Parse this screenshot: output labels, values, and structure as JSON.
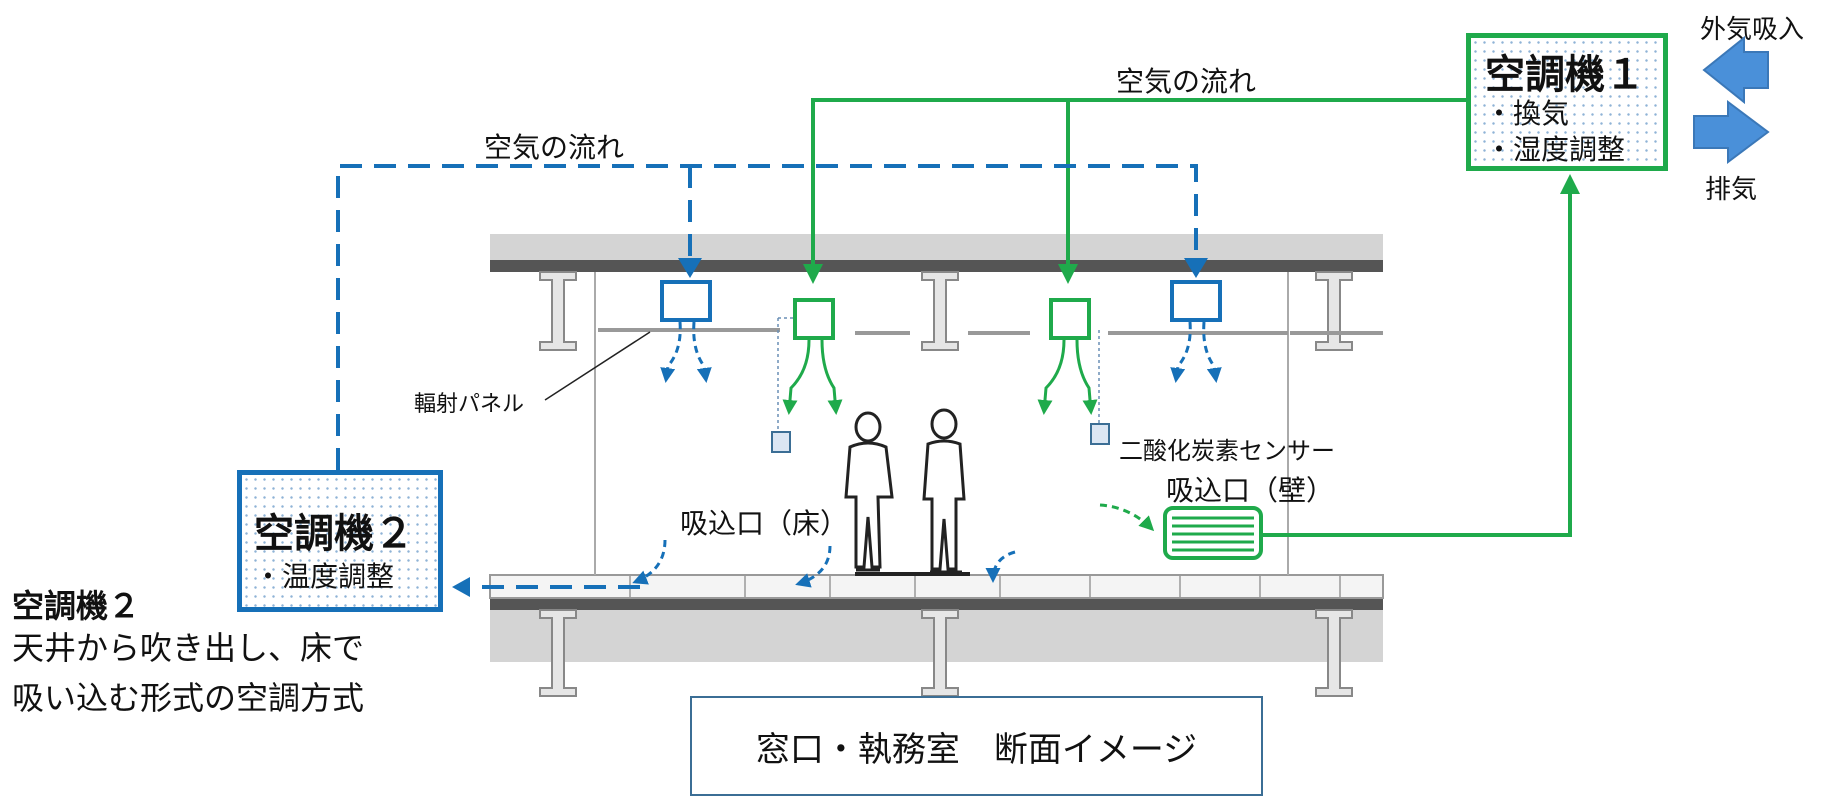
{
  "unit1": {
    "title": "空調機１",
    "items": [
      "・換気",
      "・湿度調整"
    ]
  },
  "unit2": {
    "title": "空調機２",
    "items": [
      "・温度調整"
    ]
  },
  "labels": {
    "outside_air_intake": "外気吸入",
    "exhaust": "排気",
    "air_flow_green": "空気の流れ",
    "air_flow_blue": "空気の流れ",
    "radiant_panel": "輻射パネル",
    "co2_sensor": "二酸化炭素センサー",
    "wall_intake": "吸込口（壁）",
    "floor_intake": "吸込口（床）"
  },
  "note": {
    "title": "空調機２",
    "line1": "天井から吹き出し、床で",
    "line2": "吸い込む形式の空調方式"
  },
  "caption": "窓口・執務室　断面イメージ",
  "colors": {
    "green": "#1faa4b",
    "blue": "#1670b8",
    "arrow_blue": "#4a90d9",
    "structure": "#8c8c8c",
    "dark_band": "#555555"
  }
}
